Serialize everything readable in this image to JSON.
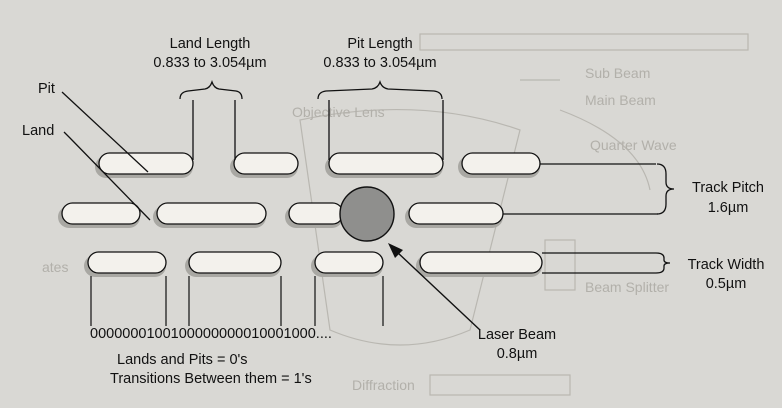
{
  "labels": {
    "land_length_title": "Land Length",
    "land_length_range": "0.833 to 3.054µm",
    "pit_length_title": "Pit Length",
    "pit_length_range": "0.833 to 3.054µm",
    "pit": "Pit",
    "land": "Land",
    "track_pitch_title": "Track Pitch",
    "track_pitch_value": "1.6µm",
    "track_width_title": "Track Width",
    "track_width_value": "0.5µm",
    "laser_beam_title": "Laser Beam",
    "laser_beam_value": "0.8µm",
    "bit_sequence": "0000000100100000000010001000....",
    "note_line1": "Lands and Pits = 0's",
    "note_line2": "Transitions Between them = 1's"
  },
  "background_ghost_text": [
    "Sub Beam",
    "Main Beam",
    "Objective Lens",
    "Quarter Wave",
    "ates",
    "Beam Splitter",
    "Diffraction"
  ],
  "colors": {
    "background": "#d9d8d4",
    "pit_fill": "#f3f1ec",
    "pit_shadow": "#a9a8a3",
    "laser_fill": "#8f8f8d",
    "ink": "#111111"
  }
}
